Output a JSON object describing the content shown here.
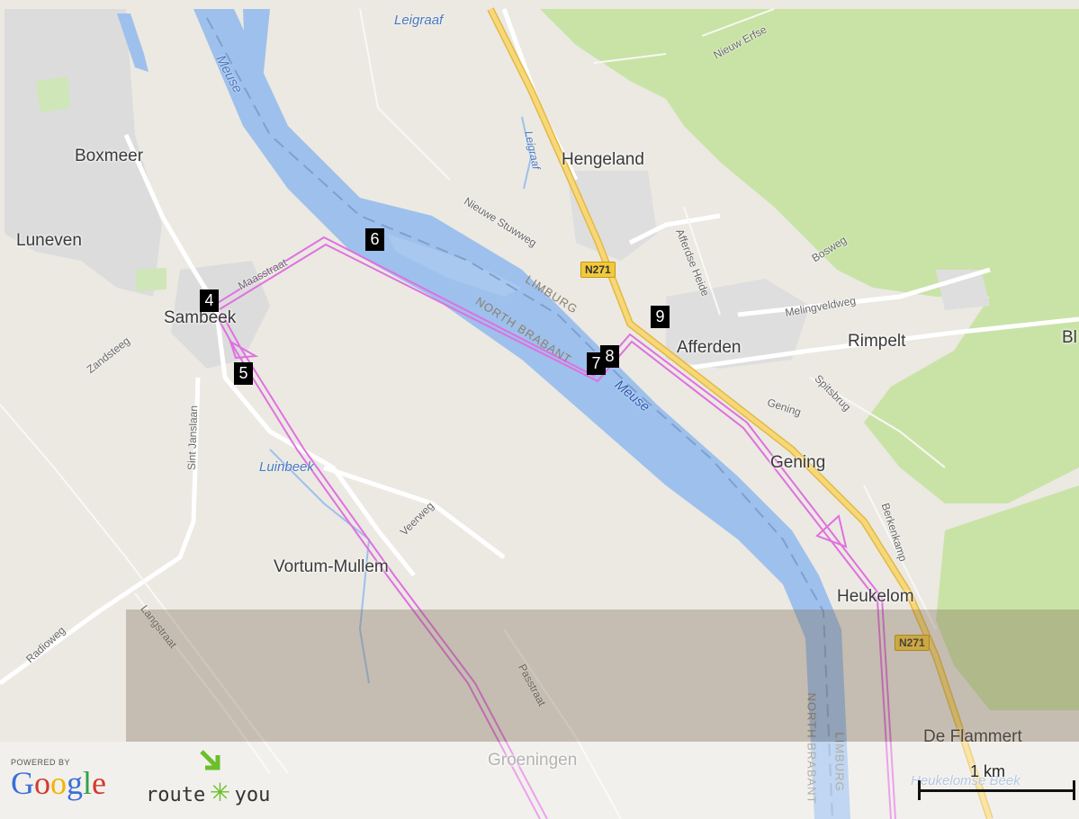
{
  "places": {
    "boxmeer": "Boxmeer",
    "luneven": "Luneven",
    "sambeek": "Sambeek",
    "hengeland": "Hengeland",
    "afferden": "Afferden",
    "rimpelt": "Rimpelt",
    "bl": "Bl",
    "gening": "Gening",
    "vortum_mullem": "Vortum-Mullem",
    "heukelom": "Heukelom",
    "de_flammert": "De Flammert",
    "groeningen": "Groeningen"
  },
  "streets": {
    "maasstraat": "Maasstraat",
    "zandsteeg": "Zandsteeg",
    "sint_janslaan": "Sint Janslaan",
    "nieuwe_stuwweg": "Nieuwe Stuwweg",
    "afferdse_heide": "Afferdse Heide",
    "bosweg": "Bosweg",
    "melingveldweg": "Melingveldweg",
    "gening_road": "Gening",
    "spitsbrug": "Spitsbrug",
    "berkenkamp": "Berkenkamp",
    "veerweg": "Veerweg",
    "langstraat": "Langstraat",
    "radioweg": "Radioweg",
    "passtraat": "Passtraat",
    "nieuw_erfse": "Nieuw Erfse"
  },
  "water": {
    "leigraaf_top": "Leigraaf",
    "leigraaf_mid": "Leigraaf",
    "meuse_top": "Meuse",
    "meuse_mid": "Meuse",
    "luinbeek": "Luinbeek",
    "heukelomse_beek": "Heukelomse Beek"
  },
  "provinces": {
    "limburg": "LIMBURG",
    "north_brabant": "NORTH BRABANT",
    "north_brabant_lower": "NORTH BRABANT",
    "limburg_lower": "LIMBURG"
  },
  "roads": {
    "n271_a": "N271",
    "n271_b": "N271"
  },
  "markers": [
    "4",
    "5",
    "6",
    "7",
    "8",
    "9"
  ],
  "branding": {
    "powered_by": "POWERED BY",
    "google": "Google",
    "routeyou_left": "route",
    "routeyou_right": "you"
  },
  "scale": {
    "label": "1 km"
  },
  "colors": {
    "land": "#ebe9e2",
    "forest": "#c9e3a6",
    "river": "#9ec0ec",
    "route": "#e070e0",
    "highway": "#f5d36a",
    "urban": "#dadada"
  }
}
